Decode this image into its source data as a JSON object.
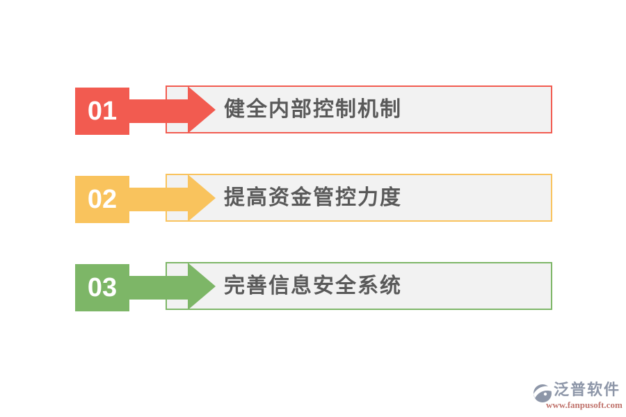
{
  "page": {
    "background": "#ffffff"
  },
  "styles": {
    "bar_fill": "#f2f2f2",
    "label_color": "#595959",
    "number_color": "#ffffff"
  },
  "rows": [
    {
      "number": "01",
      "label": "健全内部控制机制",
      "accent": "#f25b50"
    },
    {
      "number": "02",
      "label": "提高资金管控力度",
      "accent": "#f9c35d"
    },
    {
      "number": "03",
      "label": "完善信息安全系统",
      "accent": "#7db667"
    }
  ],
  "watermark": {
    "logo_icon": "fanpu-logo-icon",
    "brand": "泛普软件",
    "url": "www.fanpusoft.com",
    "brand_color": "#8d96a8",
    "url_color": "#c0736c"
  }
}
